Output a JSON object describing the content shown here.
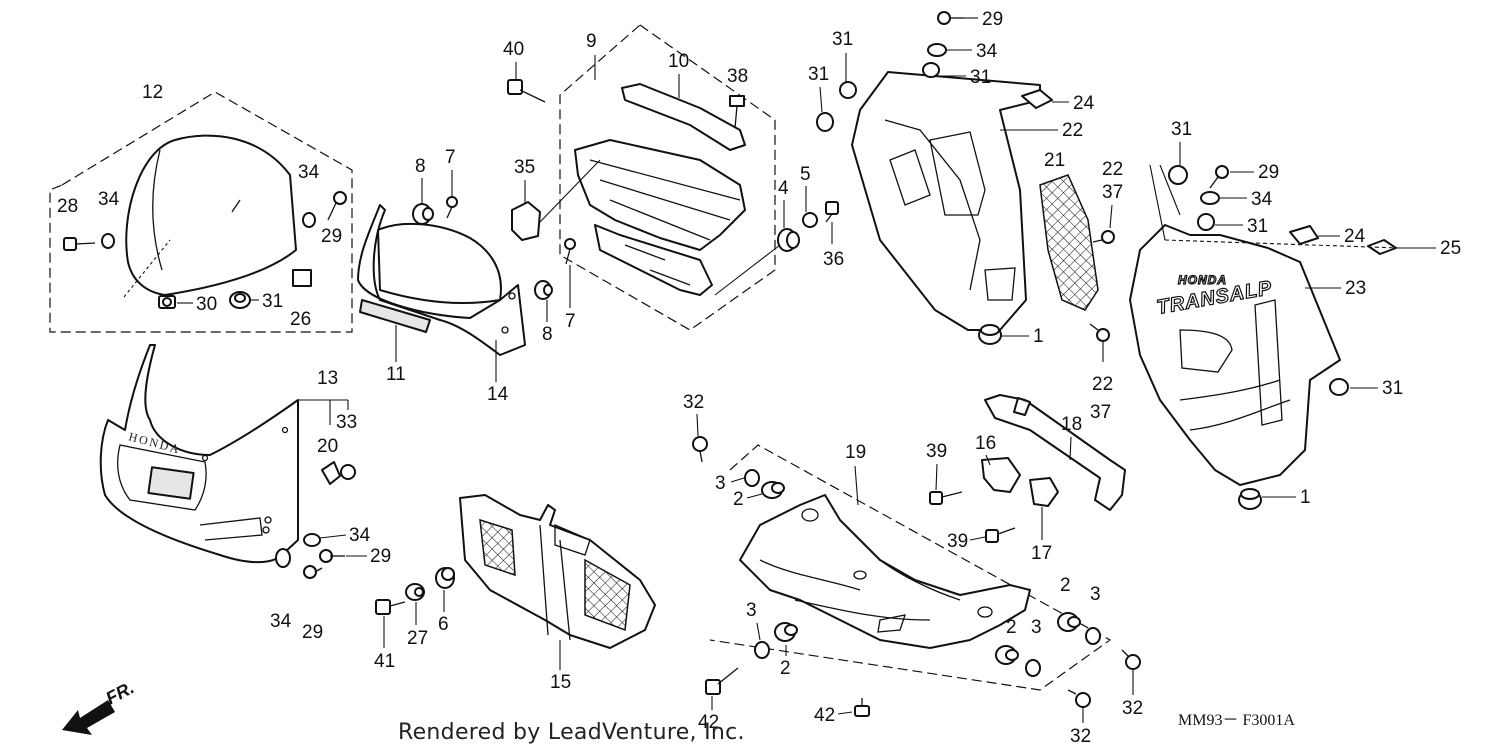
{
  "callouts": {
    "n1": "1",
    "n2": "2",
    "n3": "3",
    "n4": "4",
    "n5": "5",
    "n6": "6",
    "n7": "7",
    "n8": "8",
    "n9": "9",
    "n10": "10",
    "n11": "11",
    "n12": "12",
    "n13": "13",
    "n14": "14",
    "n15": "15",
    "n16": "16",
    "n17": "17",
    "n18": "18",
    "n19": "19",
    "n20": "20",
    "n21": "21",
    "n22": "22",
    "n23": "23",
    "n24": "24",
    "n25": "25",
    "n26": "26",
    "n27": "27",
    "n28": "28",
    "n29": "29",
    "n30": "30",
    "n31": "31",
    "n32": "32",
    "n33": "33",
    "n34": "34",
    "n35": "35",
    "n36": "36",
    "n37": "37",
    "n38": "38",
    "n39": "39",
    "n40": "40",
    "n41": "41",
    "n42": "42"
  },
  "labels": {
    "cowl_emboss": "HONDA",
    "side_brand_small": "HONDA",
    "side_brand_large": "TRANSALP",
    "front_arrow": "FR.",
    "diagram_code": "MM93－ F3001A",
    "footer": "Rendered by LeadVenture, Inc."
  }
}
